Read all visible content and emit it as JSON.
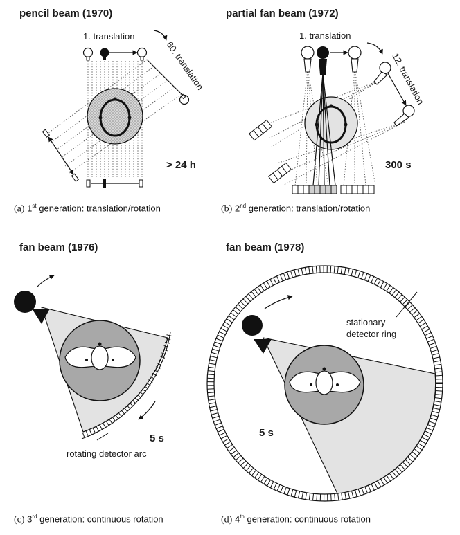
{
  "panels": [
    {
      "title": "pencil beam  (1970)",
      "translation_label": "1. translation",
      "rotation_label": "60. translation",
      "time": "> 24 h",
      "caption": {
        "letter": "(a)",
        "ordinal": "1",
        "suffix": "st",
        "text": " generation: translation/rotation"
      }
    },
    {
      "title": "partial fan beam  (1972)",
      "translation_label": "1. translation",
      "rotation_label": "12. translation",
      "time": "300 s",
      "caption": {
        "letter": "(b)",
        "ordinal": "2",
        "suffix": "nd",
        "text": " generation: translation/rotation"
      }
    },
    {
      "title": "fan beam  (1976)",
      "detector_label": "rotating detector arc",
      "time": "5 s",
      "caption": {
        "letter": "(c)",
        "ordinal": "3",
        "suffix": "rd",
        "text": " generation: continuous rotation"
      }
    },
    {
      "title": "fan beam  (1978)",
      "detector_label_line1": "stationary",
      "detector_label_line2": "detector ring",
      "time": "5 s",
      "caption": {
        "letter": "(d)",
        "ordinal": "4",
        "suffix": "th",
        "text": " generation: continuous rotation"
      }
    }
  ],
  "colors": {
    "ink": "#111111",
    "object_gray": "#a8a8a8",
    "fan_gray": "#e3e3e3",
    "dotted_gray": "#c9c9c9"
  }
}
